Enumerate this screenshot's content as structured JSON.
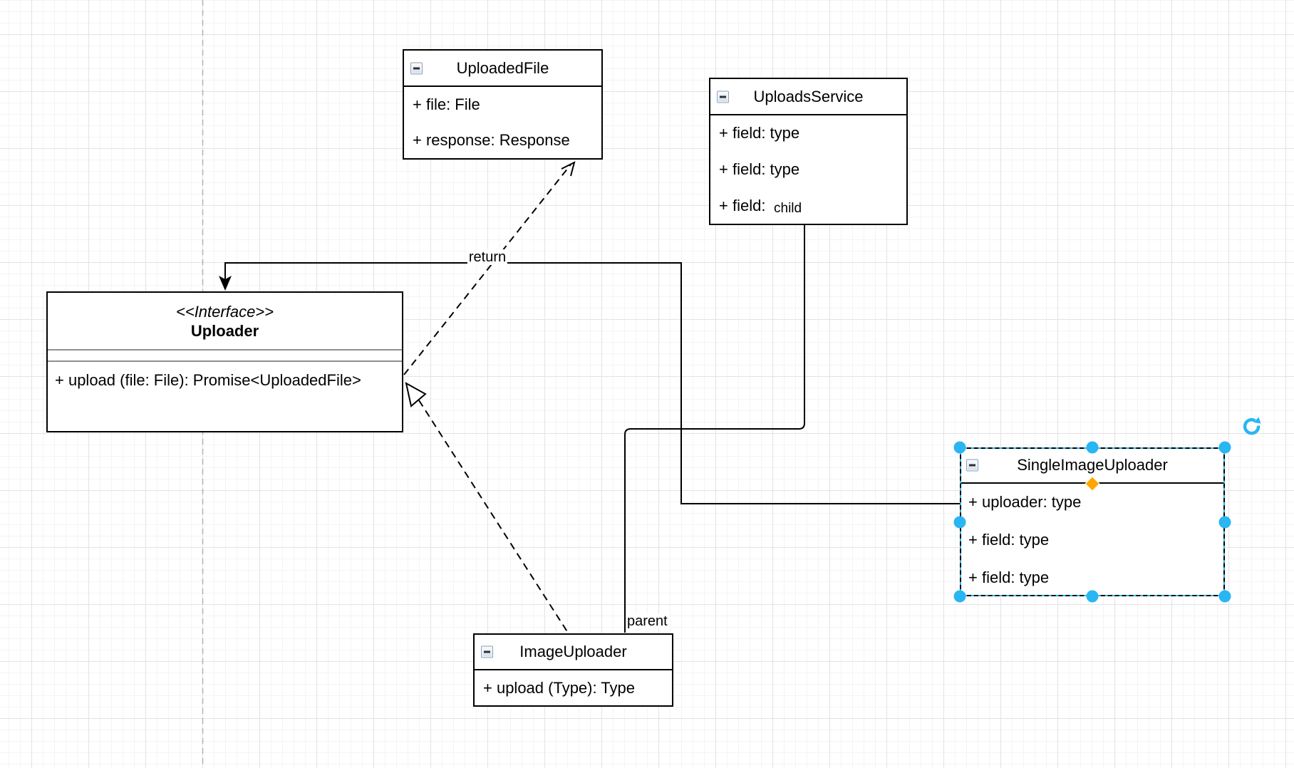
{
  "canvas": {
    "background": "#ffffff",
    "grid_minor_color": "#f4f4f4",
    "grid_major_color": "#e3e3e3",
    "page_boundary_color": "#b1b1b1",
    "stroke_color": "#000000"
  },
  "classes": [
    {
      "name": "UploadedFile",
      "attributes": [
        "+ file: File",
        "+ response: Response"
      ]
    },
    {
      "name": "UploadsService",
      "attributes": [
        "+ field: type",
        "+ field: type",
        "+ field:"
      ]
    },
    {
      "stereotype": "<<Interface>>",
      "name": "Uploader",
      "methods": [
        "+ upload (file: File): Promise<UploadedFile>"
      ]
    },
    {
      "name": "SingleImageUploader",
      "selected": true,
      "attributes": [
        "+ uploader: type",
        "+ field: type",
        "+ field: type"
      ]
    },
    {
      "name": "ImageUploader",
      "methods": [
        "+ upload (Type): Type"
      ]
    }
  ],
  "edge_labels": {
    "return": "return",
    "parent": "parent",
    "child": "child"
  },
  "selection": {
    "handle_color": "#29b6f2",
    "outline_color": "#29b6f2",
    "dash_color": "#000000",
    "diamond_color": "#ffa500",
    "rotate_icon_color": "#29b6f2"
  },
  "icons": {
    "collapse": "minus",
    "rotate": "rotate-clockwise"
  }
}
